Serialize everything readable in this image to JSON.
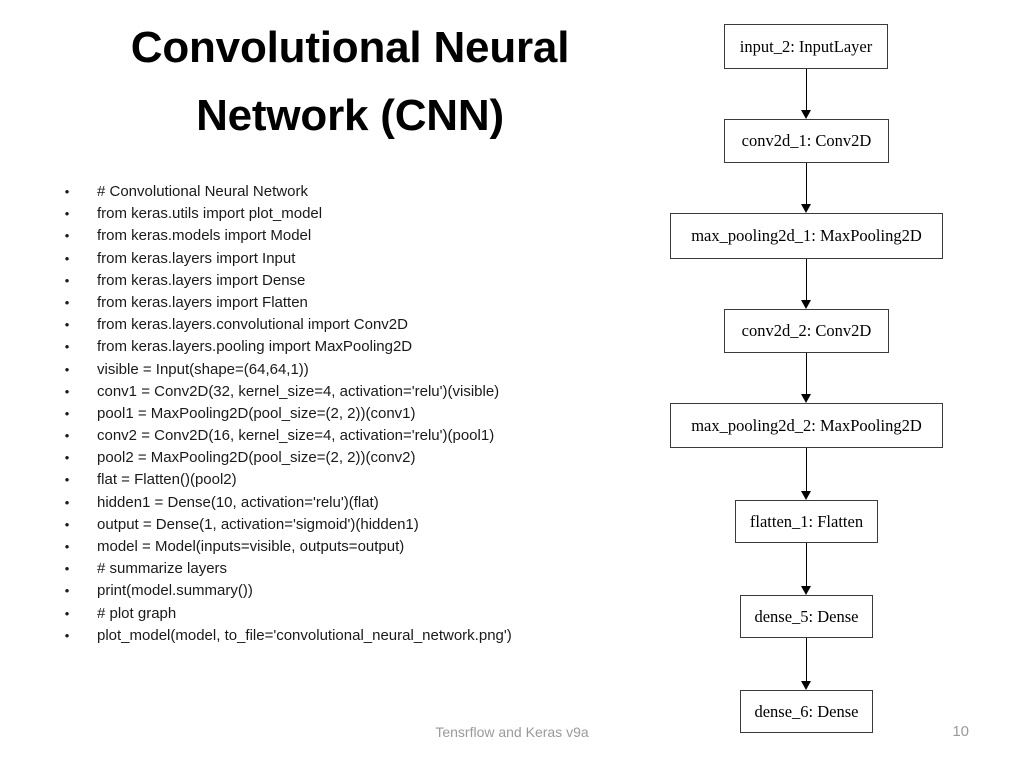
{
  "slide": {
    "title_lines": [
      "Convolutional Neural",
      "Network (CNN)"
    ],
    "footer_note": "Tensrflow and Keras v9a",
    "page_number": "10"
  },
  "code_bullets": [
    "# Convolutional Neural Network",
    "from keras.utils import plot_model",
    "from keras.models import Model",
    "from keras.layers import Input",
    "from keras.layers import Dense",
    "from keras.layers import Flatten",
    "from keras.layers.convolutional import Conv2D",
    "from keras.layers.pooling import MaxPooling2D",
    "visible = Input(shape=(64,64,1))",
    "conv1 = Conv2D(32, kernel_size=4, activation='relu')(visible)",
    "pool1 = MaxPooling2D(pool_size=(2, 2))(conv1)",
    "conv2 = Conv2D(16, kernel_size=4, activation='relu')(pool1)",
    "pool2 = MaxPooling2D(pool_size=(2, 2))(conv2)",
    "flat = Flatten()(pool2)",
    "hidden1 = Dense(10, activation='relu')(flat)",
    "output = Dense(1, activation='sigmoid')(hidden1)",
    "model = Model(inputs=visible, outputs=output)",
    "# summarize layers",
    "print(model.summary())",
    "# plot graph",
    "plot_model(model, to_file='convolutional_neural_network.png')"
  ],
  "bullet_marker": "•",
  "graph": {
    "nodes": [
      {
        "label": "input_2: InputLayer",
        "name": "node-input-2"
      },
      {
        "label": "conv2d_1: Conv2D",
        "name": "node-conv2d-1"
      },
      {
        "label": "max_pooling2d_1: MaxPooling2D",
        "name": "node-max-pooling2d-1"
      },
      {
        "label": "conv2d_2: Conv2D",
        "name": "node-conv2d-2"
      },
      {
        "label": "max_pooling2d_2: MaxPooling2D",
        "name": "node-max-pooling2d-2"
      },
      {
        "label": "flatten_1: Flatten",
        "name": "node-flatten-1"
      },
      {
        "label": "dense_5: Dense",
        "name": "node-dense-5"
      },
      {
        "label": "dense_6: Dense",
        "name": "node-dense-6"
      }
    ],
    "edge_count": 7,
    "border_color": "#3b3b3b",
    "edge_color": "#000000"
  }
}
